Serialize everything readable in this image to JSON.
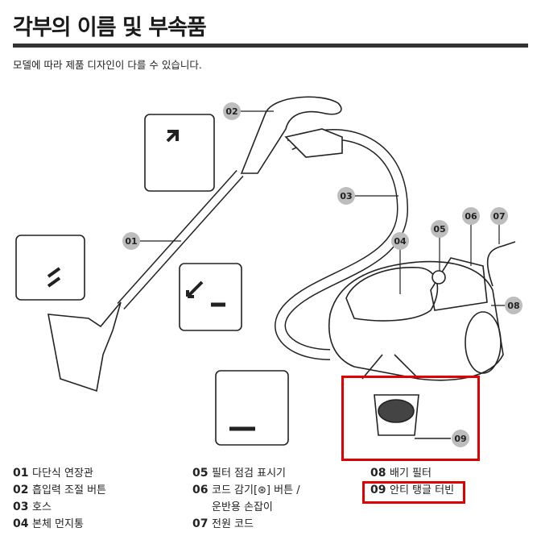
{
  "header": {
    "title": "각부의 이름 및 부속품",
    "subtitle": "모델에 따라 제품 디자인이 다를 수 있습니다."
  },
  "callouts": [
    "01",
    "02",
    "03",
    "04",
    "05",
    "06",
    "07",
    "08",
    "09"
  ],
  "parts": [
    {
      "num": "01",
      "label": "다단식 연장관"
    },
    {
      "num": "02",
      "label": "흡입력 조절 버튼"
    },
    {
      "num": "03",
      "label": "호스"
    },
    {
      "num": "04",
      "label": "본체 먼지통"
    },
    {
      "num": "05",
      "label": "필터 점검 표시기"
    },
    {
      "num": "06",
      "label": "코드 감기[⊛] 버튼 /",
      "label2": "운반용 손잡이"
    },
    {
      "num": "07",
      "label": "전원 코드"
    },
    {
      "num": "08",
      "label": "배기 필터"
    },
    {
      "num": "09",
      "label": "안티 탱글 터빈"
    }
  ],
  "colors": {
    "highlight": "#e00000",
    "badge": "#bdbdbd"
  }
}
